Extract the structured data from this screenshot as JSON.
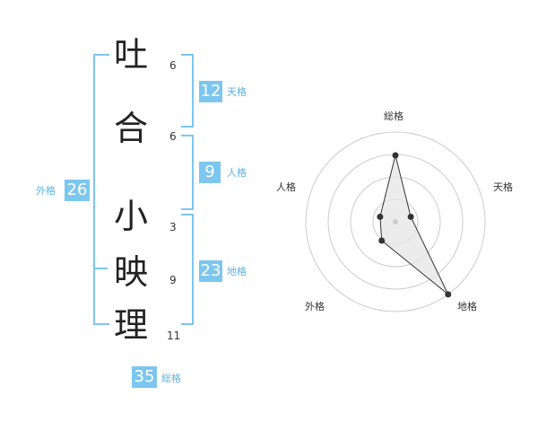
{
  "name": {
    "chars": [
      {
        "char": "吐",
        "strokes": "6"
      },
      {
        "char": "合",
        "strokes": "6"
      },
      {
        "char": "小",
        "strokes": "3"
      },
      {
        "char": "映",
        "strokes": "9"
      },
      {
        "char": "理",
        "strokes": "11"
      }
    ]
  },
  "fortunes": {
    "tenkaku": {
      "label": "天格",
      "value": "12"
    },
    "jinkaku": {
      "label": "人格",
      "value": "9"
    },
    "chikaku": {
      "label": "地格",
      "value": "23"
    },
    "gaikaku": {
      "label": "外格",
      "value": "26"
    },
    "soukaku": {
      "label": "総格",
      "value": "35"
    }
  },
  "colors": {
    "accent": "#7cc6ef",
    "accent_text": "#5ab4e6",
    "radar_fill": "#e6e6e6",
    "radar_line": "#333333",
    "ring": "#cccccc"
  },
  "chart_data": {
    "type": "radar",
    "axes": [
      "総格",
      "天格",
      "地格",
      "外格",
      "人格"
    ],
    "values": [
      0.74,
      0.18,
      1.0,
      0.26,
      0.18
    ],
    "rings": 4
  }
}
